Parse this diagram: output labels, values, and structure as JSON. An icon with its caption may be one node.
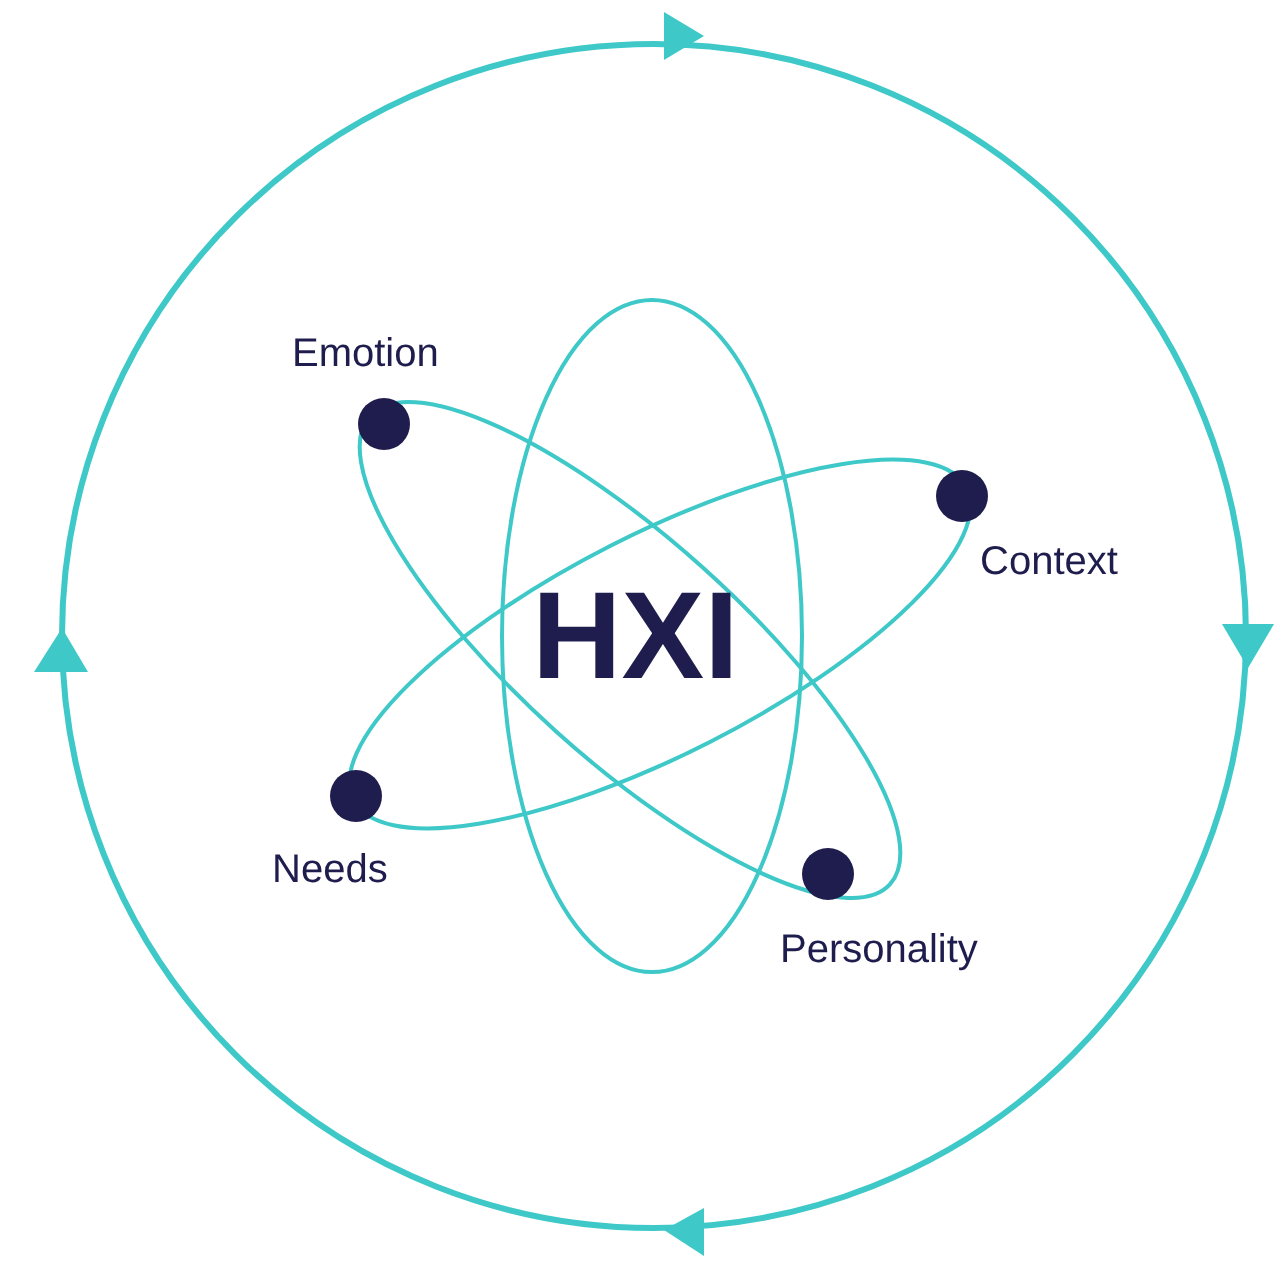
{
  "diagram": {
    "labels": [
      "Emotion",
      "Context",
      "HXI",
      "Needs",
      "Personality"
    ]
  }
}
